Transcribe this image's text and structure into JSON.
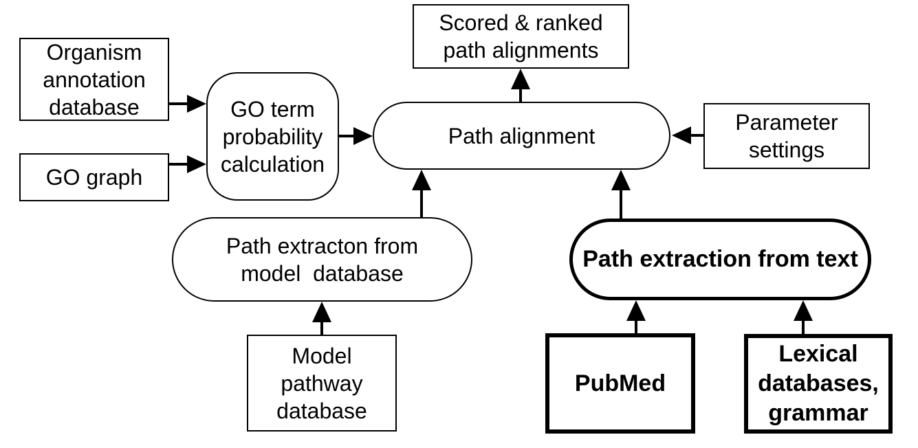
{
  "diagram": {
    "title": "path alignment pipeline flowchart",
    "background_color": "#ffffff",
    "line_color": "#000000",
    "fill_color": "#ffffff",
    "nodes": [
      {
        "id": "organism-annotation-database",
        "label": "Organism\nannotation\ndatabase",
        "shape": "rectangle",
        "emphasis": "normal"
      },
      {
        "id": "go-graph",
        "label": "GO graph",
        "shape": "rectangle",
        "emphasis": "normal"
      },
      {
        "id": "go-term-probability-calculation",
        "label": "GO term\nprobability\ncalculation",
        "shape": "rounded-rectangle",
        "emphasis": "normal"
      },
      {
        "id": "scored-ranked-path-alignments",
        "label": "Scored & ranked\npath alignments",
        "shape": "rectangle",
        "emphasis": "normal"
      },
      {
        "id": "path-alignment",
        "label": "Path alignment",
        "shape": "stadium",
        "emphasis": "normal"
      },
      {
        "id": "parameter-settings",
        "label": "Parameter\nsettings",
        "shape": "rectangle",
        "emphasis": "normal"
      },
      {
        "id": "path-extraction-from-model-database",
        "label": "Path extracton from\nmodel  database",
        "shape": "stadium",
        "emphasis": "normal"
      },
      {
        "id": "model-pathway-database",
        "label": "Model\npathway\ndatabase",
        "shape": "rectangle",
        "emphasis": "normal"
      },
      {
        "id": "path-extraction-from-text",
        "label": "Path extraction from text",
        "shape": "stadium",
        "emphasis": "bold"
      },
      {
        "id": "pubmed",
        "label": "PubMed",
        "shape": "rectangle",
        "emphasis": "bold"
      },
      {
        "id": "lexical-databases-grammar",
        "label": "Lexical\ndatabases,\ngrammar",
        "shape": "rectangle",
        "emphasis": "bold"
      }
    ],
    "edges": [
      {
        "from": "organism-annotation-database",
        "to": "go-term-probability-calculation",
        "direction": "right"
      },
      {
        "from": "go-graph",
        "to": "go-term-probability-calculation",
        "direction": "right"
      },
      {
        "from": "go-term-probability-calculation",
        "to": "path-alignment",
        "direction": "right"
      },
      {
        "from": "parameter-settings",
        "to": "path-alignment",
        "direction": "left"
      },
      {
        "from": "path-alignment",
        "to": "scored-ranked-path-alignments",
        "direction": "up"
      },
      {
        "from": "path-extraction-from-model-database",
        "to": "path-alignment",
        "direction": "up"
      },
      {
        "from": "path-extraction-from-text",
        "to": "path-alignment",
        "direction": "up"
      },
      {
        "from": "model-pathway-database",
        "to": "path-extraction-from-model-database",
        "direction": "up"
      },
      {
        "from": "pubmed",
        "to": "path-extraction-from-text",
        "direction": "up"
      },
      {
        "from": "lexical-databases-grammar",
        "to": "path-extraction-from-text",
        "direction": "up"
      }
    ]
  }
}
